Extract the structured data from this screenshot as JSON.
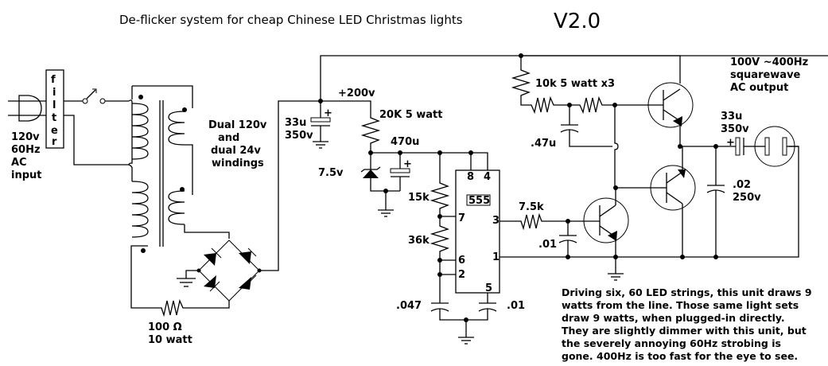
{
  "title": "De-flicker system for cheap Chinese LED Christmas lights",
  "version": "V2.0",
  "input": {
    "filter_letters": [
      "f",
      "i",
      "l",
      "t",
      "e",
      "r"
    ],
    "label_lines": [
      "120v",
      "60Hz",
      "AC",
      "input"
    ]
  },
  "transformer": {
    "label_lines": [
      "Dual 120v",
      "and",
      "dual 24v",
      "windings"
    ]
  },
  "resistor_main": {
    "label_lines": [
      "100 Ω",
      "10 watt"
    ]
  },
  "supply": {
    "rail": "+200v",
    "cap1_lines": [
      "33u",
      "350v"
    ],
    "r_drop": "20K 5 watt",
    "cap2": "470u",
    "zener": "7.5v"
  },
  "timer": {
    "chip": "555",
    "pins": {
      "p8": "8",
      "p4": "4",
      "p7": "7",
      "p6": "6",
      "p2": "2",
      "p5": "5",
      "p3": "3",
      "p1": "1"
    },
    "r1": "15k",
    "r2": "36k",
    "c_timing": ".047",
    "c_ctrl": ".01"
  },
  "driver": {
    "r_base": "7.5k",
    "c_base": ".01"
  },
  "output_stage": {
    "r_pullup": "10k 5 watt x3",
    "c_boot": ".47u",
    "c_out_lines": [
      "33u",
      "350v"
    ],
    "c_snub_lines": [
      ".02",
      "250v"
    ],
    "plus": "+"
  },
  "output_label_lines": [
    "100V ~400Hz",
    "squarewave",
    "AC output"
  ],
  "note_lines": [
    "Driving six, 60 LED strings, this unit draws 9",
    "watts from the line. Those same light sets",
    "draw 9 watts, when plugged-in directly.",
    "They are slightly dimmer with this unit, but",
    "the severely annoying 60Hz strobing is",
    "gone. 400Hz is too fast for the eye to see."
  ]
}
